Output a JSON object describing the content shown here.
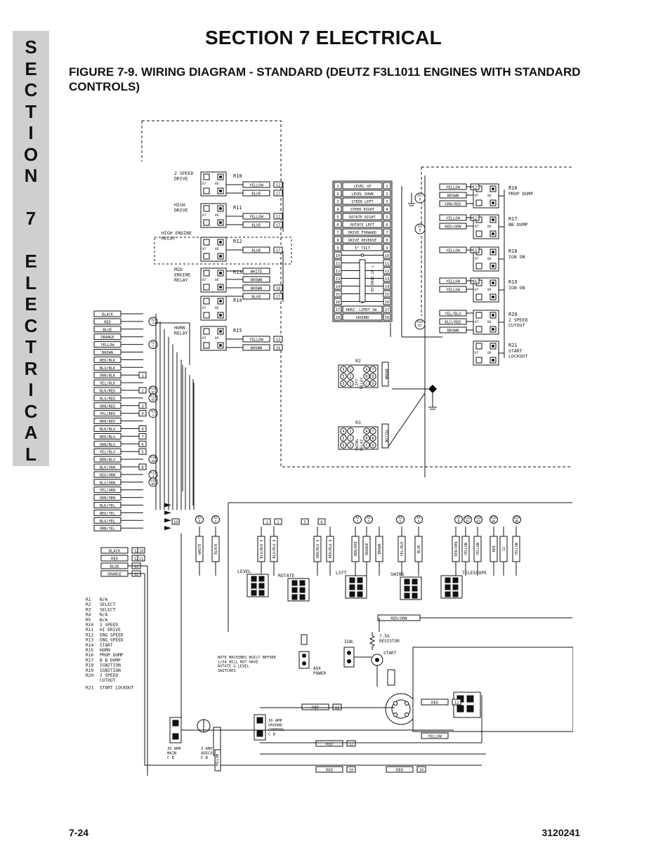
{
  "sidebar": {
    "letters": [
      "S",
      "E",
      "C",
      "T",
      "I",
      "O",
      "N",
      "",
      "7",
      "",
      "E",
      "L",
      "E",
      "C",
      "T",
      "R",
      "I",
      "C",
      "A",
      "L"
    ]
  },
  "header": {
    "section_title": "SECTION 7  ELECTRICAL",
    "figure_caption": "FIGURE 7-9.    WIRING DIAGRAM - STANDARD (DEUTZ F3L1011 ENGINES WITH STANDARD CONTROLS)"
  },
  "diagram": {
    "relays_left": [
      {
        "id": "R10",
        "label": "2 SPEED\nDRIVE",
        "wires": [
          {
            "color": "YELLOW",
            "num": "12"
          },
          {
            "color": "BLUE",
            "num": "17"
          }
        ]
      },
      {
        "id": "R11",
        "label": "HIGH\nDRIVE",
        "wires": [
          {
            "color": "YELLOW",
            "num": "12"
          },
          {
            "color": "BLUE",
            "num": "17"
          }
        ]
      },
      {
        "id": "R12",
        "label": "HIGH ENGINE\nRELAY",
        "wires": [
          {
            "color": "BLUE",
            "num": "17"
          }
        ]
      },
      {
        "id": "R13",
        "label": "MID\nENGINE\nRELAY",
        "wires": [
          {
            "color": "WHITE",
            "num": ""
          },
          {
            "color": "BROWN",
            "num": ""
          },
          {
            "color": "BROWN",
            "num": "18"
          },
          {
            "color": "BLUE",
            "num": "17"
          }
        ]
      },
      {
        "id": "R14",
        "label": "",
        "wires": []
      },
      {
        "id": "R15",
        "label": "HORN\nRELAY",
        "wires": [
          {
            "color": "YELLOW",
            "num": "13"
          },
          {
            "color": "BROWN",
            "num": "18"
          }
        ]
      }
    ],
    "relay_terminals": [
      "86",
      "85",
      "87",
      "30"
    ],
    "switch_panel": [
      {
        "n": "1",
        "label": "LEVEL UP"
      },
      {
        "n": "2",
        "label": "LEVEL DOWN"
      },
      {
        "n": "3",
        "label": "STEER LEFT"
      },
      {
        "n": "4",
        "label": "STEER RIGHT"
      },
      {
        "n": "5",
        "label": "ROTATE RIGHT"
      },
      {
        "n": "6",
        "label": "ROTATE LEFT"
      },
      {
        "n": "7",
        "label": "DRIVE FORWARD"
      },
      {
        "n": "8",
        "label": "DRIVE REVERSE"
      },
      {
        "n": "9",
        "label": "5° TILT"
      },
      {
        "n": "10",
        "label": ""
      },
      {
        "n": "11",
        "label": ""
      },
      {
        "n": "12",
        "label": ""
      },
      {
        "n": "13",
        "label": ""
      },
      {
        "n": "14",
        "label": ""
      },
      {
        "n": "15",
        "label": ""
      },
      {
        "n": "16",
        "label": ""
      },
      {
        "n": "17",
        "label": "HORZ. LIMIT SW."
      },
      {
        "n": "18",
        "label": "GROUND"
      }
    ],
    "switch_vertical_label": "* AT ZERO GO",
    "relays_right": [
      {
        "id": "R16",
        "label": "PROP DUMP",
        "wires": [
          {
            "color": "YELLOW",
            "num": "12"
          },
          {
            "color": "BROWN",
            "num": ""
          },
          {
            "color": "GRN/RED",
            "num": ""
          }
        ],
        "ref": "R2\n8"
      },
      {
        "id": "R17",
        "label": "BB DUMP",
        "wires": [
          {
            "color": "YELLOW",
            "num": "12"
          },
          {
            "color": "RED/GRN",
            "num": ""
          }
        ],
        "ref": "R3\n8"
      },
      {
        "id": "R18",
        "label": "IGN ON",
        "wires": [
          {
            "color": "YELLOW",
            "num": "13"
          }
        ]
      },
      {
        "id": "R19",
        "label": "IGN ON",
        "wires": [
          {
            "color": "YELLOW",
            "num": "16"
          },
          {
            "color": "YELLOW",
            "num": ""
          }
        ]
      },
      {
        "id": "R20",
        "label": "2 SPEED\nCUTOUT",
        "wires": [
          {
            "color": "YEL/BLU",
            "num": ""
          },
          {
            "color": "BLU/RED",
            "num": ""
          },
          {
            "color": "BROWN",
            "num": ""
          }
        ],
        "ref": "R10\n87"
      },
      {
        "id": "R21",
        "label": "START\nLOCKOUT",
        "wires": []
      }
    ],
    "harness_wires": [
      "BLACK",
      "RED",
      "BLUE",
      "ORANGE",
      "YELLOW",
      "BROWN",
      "RED/BLK",
      "BLU/BLK",
      "ORN/BLK",
      "YEL/BLK",
      "BLK/RED",
      "BLU/RED",
      "ORN/RED",
      "YEL/RED",
      "BRN/RED",
      "BLK/BLU",
      "RED/BLU",
      "ORN/BLU",
      "YEL/BLU",
      "BRN/BLU",
      "BLK/ORN",
      "RED/ORN",
      "BLU/ORN",
      "YEL/ORN",
      "ORN/ORN",
      "BLK/YEL",
      "RED/YEL",
      "BLU/YEL",
      "ORN/YEL"
    ],
    "harness_tags": [
      {
        "row": 8,
        "num": "1"
      },
      {
        "row": 10,
        "num": "2"
      },
      {
        "row": 12,
        "num": "3"
      },
      {
        "row": 13,
        "num": "9"
      },
      {
        "row": 15,
        "num": "4"
      },
      {
        "row": 16,
        "num": "7"
      },
      {
        "row": 17,
        "num": "6"
      },
      {
        "row": 18,
        "num": "5"
      },
      {
        "row": 20,
        "num": "8"
      }
    ],
    "harness_refs": [
      {
        "row": 1,
        "ref": "R3\n2"
      },
      {
        "row": 4,
        "ref": "R2\n2"
      },
      {
        "row": 10,
        "ref": "R12\n85"
      },
      {
        "row": 11,
        "ref": "R13\n85"
      },
      {
        "row": 13,
        "ref": "R3\n2"
      },
      {
        "row": 19,
        "ref": "R18\n86"
      },
      {
        "row": 21,
        "ref": "R17\n3"
      },
      {
        "row": 22,
        "ref": "R15\n86"
      }
    ],
    "harness_bottom": [
      {
        "color": "BLACK",
        "num": "12",
        "tag": "18"
      },
      {
        "color": "RED",
        "num": "12",
        "tag": "11"
      },
      {
        "color": "BLUE",
        "num": "12",
        "tag": ""
      },
      {
        "color": "ORANGE",
        "num": "12",
        "tag": ""
      }
    ],
    "lift_relay": {
      "id": "R2",
      "label": "LIFT\nRELAY",
      "wire": "BROWN"
    },
    "swing_relay": {
      "id": "R3",
      "label": "SWING\nRELAY",
      "wire": "YELLOW"
    },
    "terminal_numbers": [
      "4",
      "1",
      "5",
      "2",
      "6",
      "3",
      "A",
      "7",
      "B",
      "8",
      "C",
      "9"
    ],
    "drop_wires": [
      "WHITE",
      "BLACK",
      "BLU/BLK 6",
      "BLU/BLU 6",
      "ORN/BLU 6",
      "RED/BLU 6",
      "ORN/RED",
      "ORANGE",
      "BROWN",
      "YEL/BLK",
      "BLUE",
      "RED/ORN",
      "YELLOW",
      "YELLOW",
      "RED",
      "12",
      "YELLOW"
    ],
    "bottom_tags": [
      "10",
      "1",
      "2",
      "5",
      "6"
    ],
    "bottom_refs": [
      "R2\n8",
      "R2\n4",
      "R2\n5",
      "R3\n4",
      "R3\n5",
      "R2\n6",
      "R3\nB",
      "R16\n87",
      "R19\n87",
      "R18\n86",
      "R19\n86"
    ],
    "valve_labels": [
      "LEVEL",
      "ROTATE",
      "LIFT",
      "SWING",
      "TELESCOPE"
    ],
    "red_orn": "RED/ORN",
    "resistor": "7.5Ω\nRESISTOR",
    "ign": "IGN.",
    "start": "START",
    "aux_power": "AUX\nPOWER",
    "note": "NOTE MACHINES BUILT BEFORE\n1/94 WILL NOT HAVE\nROTATE & LEVEL\nSWITCHES",
    "breakers": [
      {
        "label": "35 AMP\nMAIN\nC B"
      },
      {
        "label": "3 AMP\nADECO\nC B"
      },
      {
        "label": "16 AMP\nGROUND\nCONTROL\nC B"
      }
    ],
    "bottom_wires": [
      {
        "color": "RED",
        "num": "12"
      },
      {
        "color": "RED",
        "num": "12"
      },
      {
        "color": "RED",
        "num": "10"
      },
      {
        "color": "RED",
        "num": "12"
      },
      {
        "color": "YELLOW",
        "num": ""
      },
      {
        "color": "RED",
        "num": "10"
      },
      {
        "color": "YELLOW",
        "num": ""
      }
    ],
    "legend": [
      {
        "id": "R1",
        "text": "N/A"
      },
      {
        "id": "R2",
        "text": "SELECT"
      },
      {
        "id": "R3",
        "text": "SELECT"
      },
      {
        "id": "R4",
        "text": "N/A"
      },
      {
        "id": "R5",
        "text": "N/A"
      },
      {
        "id": "R10",
        "text": "2 SPEED"
      },
      {
        "id": "R11",
        "text": "HI DRIVE"
      },
      {
        "id": "R12",
        "text": "ENG SPEED"
      },
      {
        "id": "R13",
        "text": "ENG SPEED"
      },
      {
        "id": "R14",
        "text": "START"
      },
      {
        "id": "R15",
        "text": "HORN"
      },
      {
        "id": "R16",
        "text": "PROP DUMP"
      },
      {
        "id": "R17",
        "text": "B B DUMP"
      },
      {
        "id": "R18",
        "text": "IGNITION"
      },
      {
        "id": "R19",
        "text": "IGNITION"
      },
      {
        "id": "R20",
        "text": "2 SPEED\nCUTOUT"
      },
      {
        "id": "R21",
        "text": "START LOCKOUT"
      }
    ]
  },
  "footer": {
    "page_number": "7-24",
    "doc_number": "3120241"
  }
}
